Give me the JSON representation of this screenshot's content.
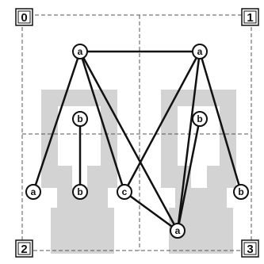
{
  "corners": [
    {
      "id": "c0",
      "label": "0"
    },
    {
      "id": "c1",
      "label": "1"
    },
    {
      "id": "c2",
      "label": "2"
    },
    {
      "id": "c3",
      "label": "3"
    }
  ],
  "nodes": [
    {
      "id": "n1",
      "label": "a"
    },
    {
      "id": "n2",
      "label": "a"
    },
    {
      "id": "n3",
      "label": "b"
    },
    {
      "id": "n4",
      "label": "b"
    },
    {
      "id": "n5",
      "label": "a"
    },
    {
      "id": "n6",
      "label": "b"
    },
    {
      "id": "n7",
      "label": "c"
    },
    {
      "id": "n8",
      "label": "b"
    },
    {
      "id": "n9",
      "label": "a"
    }
  ],
  "edges": [
    [
      "n1",
      "n2"
    ],
    [
      "n1",
      "n5"
    ],
    [
      "n1",
      "n7"
    ],
    [
      "n1",
      "n9"
    ],
    [
      "n2",
      "n7"
    ],
    [
      "n2",
      "n8"
    ],
    [
      "n2",
      "n9"
    ],
    [
      "n3",
      "n6"
    ],
    [
      "n4",
      "n9"
    ],
    [
      "n7",
      "n9"
    ]
  ],
  "colors": {
    "shape_fill": "#d3d3d3",
    "dashed_line": "#555555",
    "edge": "#111111",
    "node_fill": "#ffffff",
    "node_stroke": "#111111"
  }
}
